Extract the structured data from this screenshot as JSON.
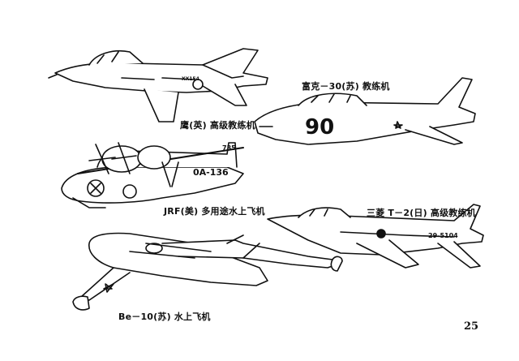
{
  "captions": {
    "hawk": "鹰(英) 高级教练机",
    "magister": "富克－30(苏) 教练机",
    "jrf": "JRF(美) 多用途水上飞机",
    "t2": "三菱 T－2(日) 高级教练机",
    "be10": "Be－10(苏) 水上飞机"
  },
  "markings": {
    "magister_number": "90",
    "jrf_serial": "0A-136",
    "jrf_tail": "735",
    "t2_serial": "29-5104",
    "hawk_serial": "XX154"
  },
  "page_number": "25"
}
